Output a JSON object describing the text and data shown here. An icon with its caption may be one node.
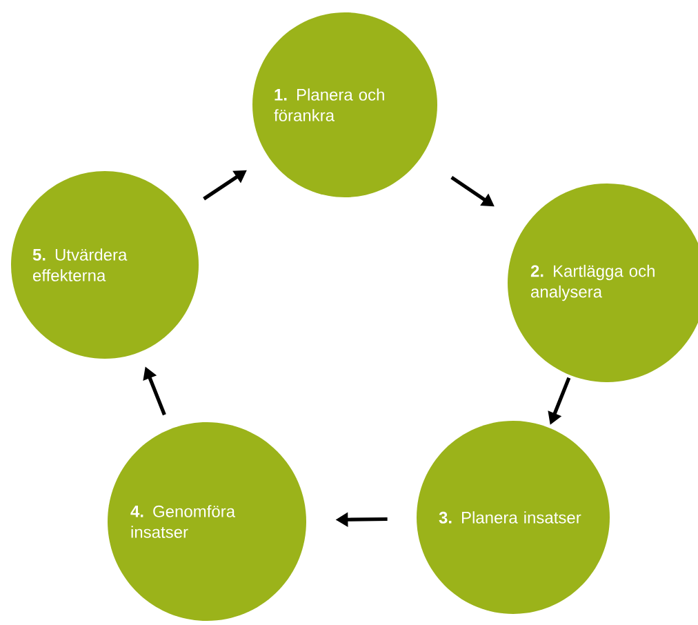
{
  "diagram": {
    "nodes": [
      {
        "text": [
          "**1.** Planera och förankra"
        ]
      },
      {
        "text": [
          "**2.** Kartlägga och analysera"
        ]
      },
      {
        "text": [
          "**3.** Planera insatser"
        ]
      },
      {
        "text": [
          "**4.** Genomföra insatser"
        ]
      },
      {
        "text": [
          "**5.** Utvärdera effekterna"
        ]
      }
    ],
    "edges": [
      {
        "from": 0,
        "to": 1,
        "arrow": "to"
      },
      {
        "from": 1,
        "to": 2,
        "arrow": "to"
      },
      {
        "from": 2,
        "to": 3,
        "arrow": "to"
      },
      {
        "from": 3,
        "to": 4,
        "arrow": "to"
      },
      {
        "from": 4,
        "to": 0,
        "arrow": "to"
      }
    ]
  }
}
